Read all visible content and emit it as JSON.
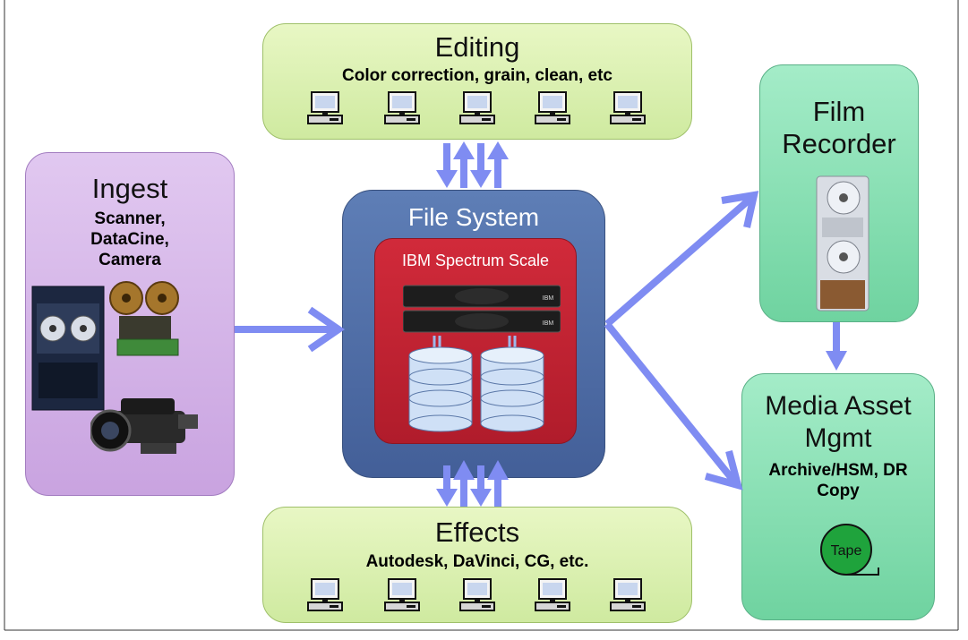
{
  "editing": {
    "title": "Editing",
    "subtitle": "Color correction, grain, clean, etc"
  },
  "effects": {
    "title": "Effects",
    "subtitle": "Autodesk, DaVinci, CG, etc."
  },
  "ingest": {
    "title": "Ingest",
    "subtitle_lines": [
      "Scanner,",
      "DataCine,",
      "Camera"
    ]
  },
  "file_system": {
    "title": "File System",
    "storage_label": "IBM Spectrum Scale",
    "server_brand": "IBM"
  },
  "film_recorder": {
    "title_lines": [
      "Film",
      "Recorder"
    ]
  },
  "media_asset": {
    "title_lines": [
      "Media Asset",
      "Mgmt"
    ],
    "subtitle_lines": [
      "Archive/HSM, DR",
      "Copy"
    ],
    "tape_label": "Tape"
  },
  "colors": {
    "arrow": "#7f8cf2",
    "green_box": "#d7efae",
    "purple_box": "#d4b3e8",
    "blue_box": "#5270a8",
    "red_box": "#c3202f",
    "teal_box": "#8ee0b8",
    "tape": "#1fa33c"
  },
  "icons": [
    "computer-icon",
    "film-scanner-icon",
    "reel-projector-icon",
    "video-camera-icon",
    "server-icon",
    "disk-stack-icon",
    "film-recorder-icon",
    "tape-icon"
  ]
}
